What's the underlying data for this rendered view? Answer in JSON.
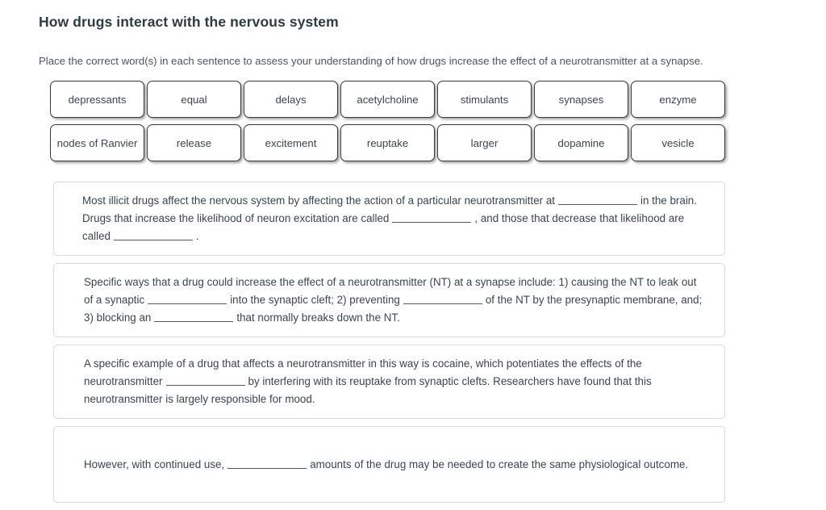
{
  "page": {
    "title": "How drugs interact with the nervous system",
    "instruction": "Place the correct word(s) in each sentence to assess your understanding of how drugs increase the effect of a neurotransmitter at a synapse."
  },
  "word_bank": {
    "rows": [
      [
        {
          "label": "depressants"
        },
        {
          "label": "equal"
        },
        {
          "label": "delays"
        },
        {
          "label": "acetylcholine"
        },
        {
          "label": "stimulants"
        },
        {
          "label": "synapses"
        },
        {
          "label": "enzyme"
        }
      ],
      [
        {
          "label": "nodes of Ranvier"
        },
        {
          "label": "release"
        },
        {
          "label": "excitement"
        },
        {
          "label": "reuptake"
        },
        {
          "label": "larger"
        },
        {
          "label": "dopamine"
        },
        {
          "label": "vesicle"
        }
      ]
    ]
  },
  "sentences": [
    {
      "id": "sentence-1",
      "segments": [
        {
          "type": "text",
          "value": "Most illicit drugs affect the nervous system by affecting the action of a particular neurotransmitter at"
        },
        {
          "type": "blank",
          "value": ""
        },
        {
          "type": "text",
          "value": "in the brain. Drugs that increase the likelihood of neuron excitation are called"
        },
        {
          "type": "blank",
          "value": ""
        },
        {
          "type": "text",
          "value": ", and those that decrease that likelihood are called"
        },
        {
          "type": "blank",
          "value": ""
        },
        {
          "type": "text",
          "value": "."
        }
      ]
    },
    {
      "id": "sentence-2",
      "segments": [
        {
          "type": "text",
          "value": "Specific ways that a drug could increase the effect of a neurotransmitter (NT) at a synapse include: 1) causing the NT to leak out of a synaptic"
        },
        {
          "type": "blank",
          "value": ""
        },
        {
          "type": "text",
          "value": "into the synaptic cleft; 2) preventing"
        },
        {
          "type": "blank",
          "value": ""
        },
        {
          "type": "text",
          "value": "of the NT by the presynaptic membrane, and; 3) blocking an"
        },
        {
          "type": "blank",
          "value": ""
        },
        {
          "type": "text",
          "value": "that normally breaks down the NT."
        }
      ]
    },
    {
      "id": "sentence-3",
      "segments": [
        {
          "type": "text",
          "value": "A specific example of a drug that affects a neurotransmitter in this way is cocaine, which potentiates the effects of the neurotransmitter"
        },
        {
          "type": "blank",
          "value": ""
        },
        {
          "type": "text",
          "value": "by interfering with its reuptake from synaptic clefts. Researchers have found that this neurotransmitter is largely responsible for mood."
        }
      ]
    },
    {
      "id": "sentence-4",
      "segments": [
        {
          "type": "text",
          "value": "However, with continued use,"
        },
        {
          "type": "blank",
          "value": ""
        },
        {
          "type": "text",
          "value": "amounts of the drug may be needed to create the same physiological outcome."
        }
      ]
    }
  ],
  "colors": {
    "text": "#3c4450",
    "heading": "#2d3b45",
    "chip_border": "#37393c",
    "box_border": "#d7dadd",
    "background": "#ffffff"
  }
}
